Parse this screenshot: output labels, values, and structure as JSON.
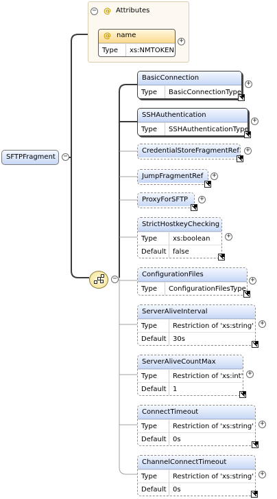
{
  "root": {
    "name": "SFTPFragment"
  },
  "attributes": {
    "group_label": "Attributes",
    "at_symbol": "@",
    "items": [
      {
        "name": "name",
        "type_key": "Type",
        "type_value": "xs:NMTOKEN"
      }
    ]
  },
  "labels": {
    "type": "Type",
    "default": "Default"
  },
  "elements": [
    {
      "name": "BasicConnection",
      "type": "BasicConnectionType"
    },
    {
      "name": "SSHAuthentication",
      "type": "SSHAuthenticationType"
    },
    {
      "name": "CredentialStoreFragmentRef"
    },
    {
      "name": "JumpFragmentRef"
    },
    {
      "name": "ProxyForSFTP"
    },
    {
      "name": "StrictHostkeyChecking",
      "type": "xs:boolean",
      "default": "false"
    },
    {
      "name": "ConfigurationFiles",
      "type": "ConfigurationFilesType"
    },
    {
      "name": "ServerAliveInterval",
      "type": "Restriction of 'xs:string'",
      "default": "30s"
    },
    {
      "name": "ServerAliveCountMax",
      "type": "Restriction of 'xs:int'",
      "default": "1"
    },
    {
      "name": "ConnectTimeout",
      "type": "Restriction of 'xs:string'",
      "default": "0s"
    },
    {
      "name": "ChannelConnectTimeout",
      "type": "Restriction of 'xs:string'",
      "default": "0s"
    }
  ],
  "toggles": {
    "expanded": "−",
    "collapsed": "+"
  },
  "icons": {
    "type_ref": "type-reference-icon",
    "sequence": "sequence-compositor-icon"
  }
}
